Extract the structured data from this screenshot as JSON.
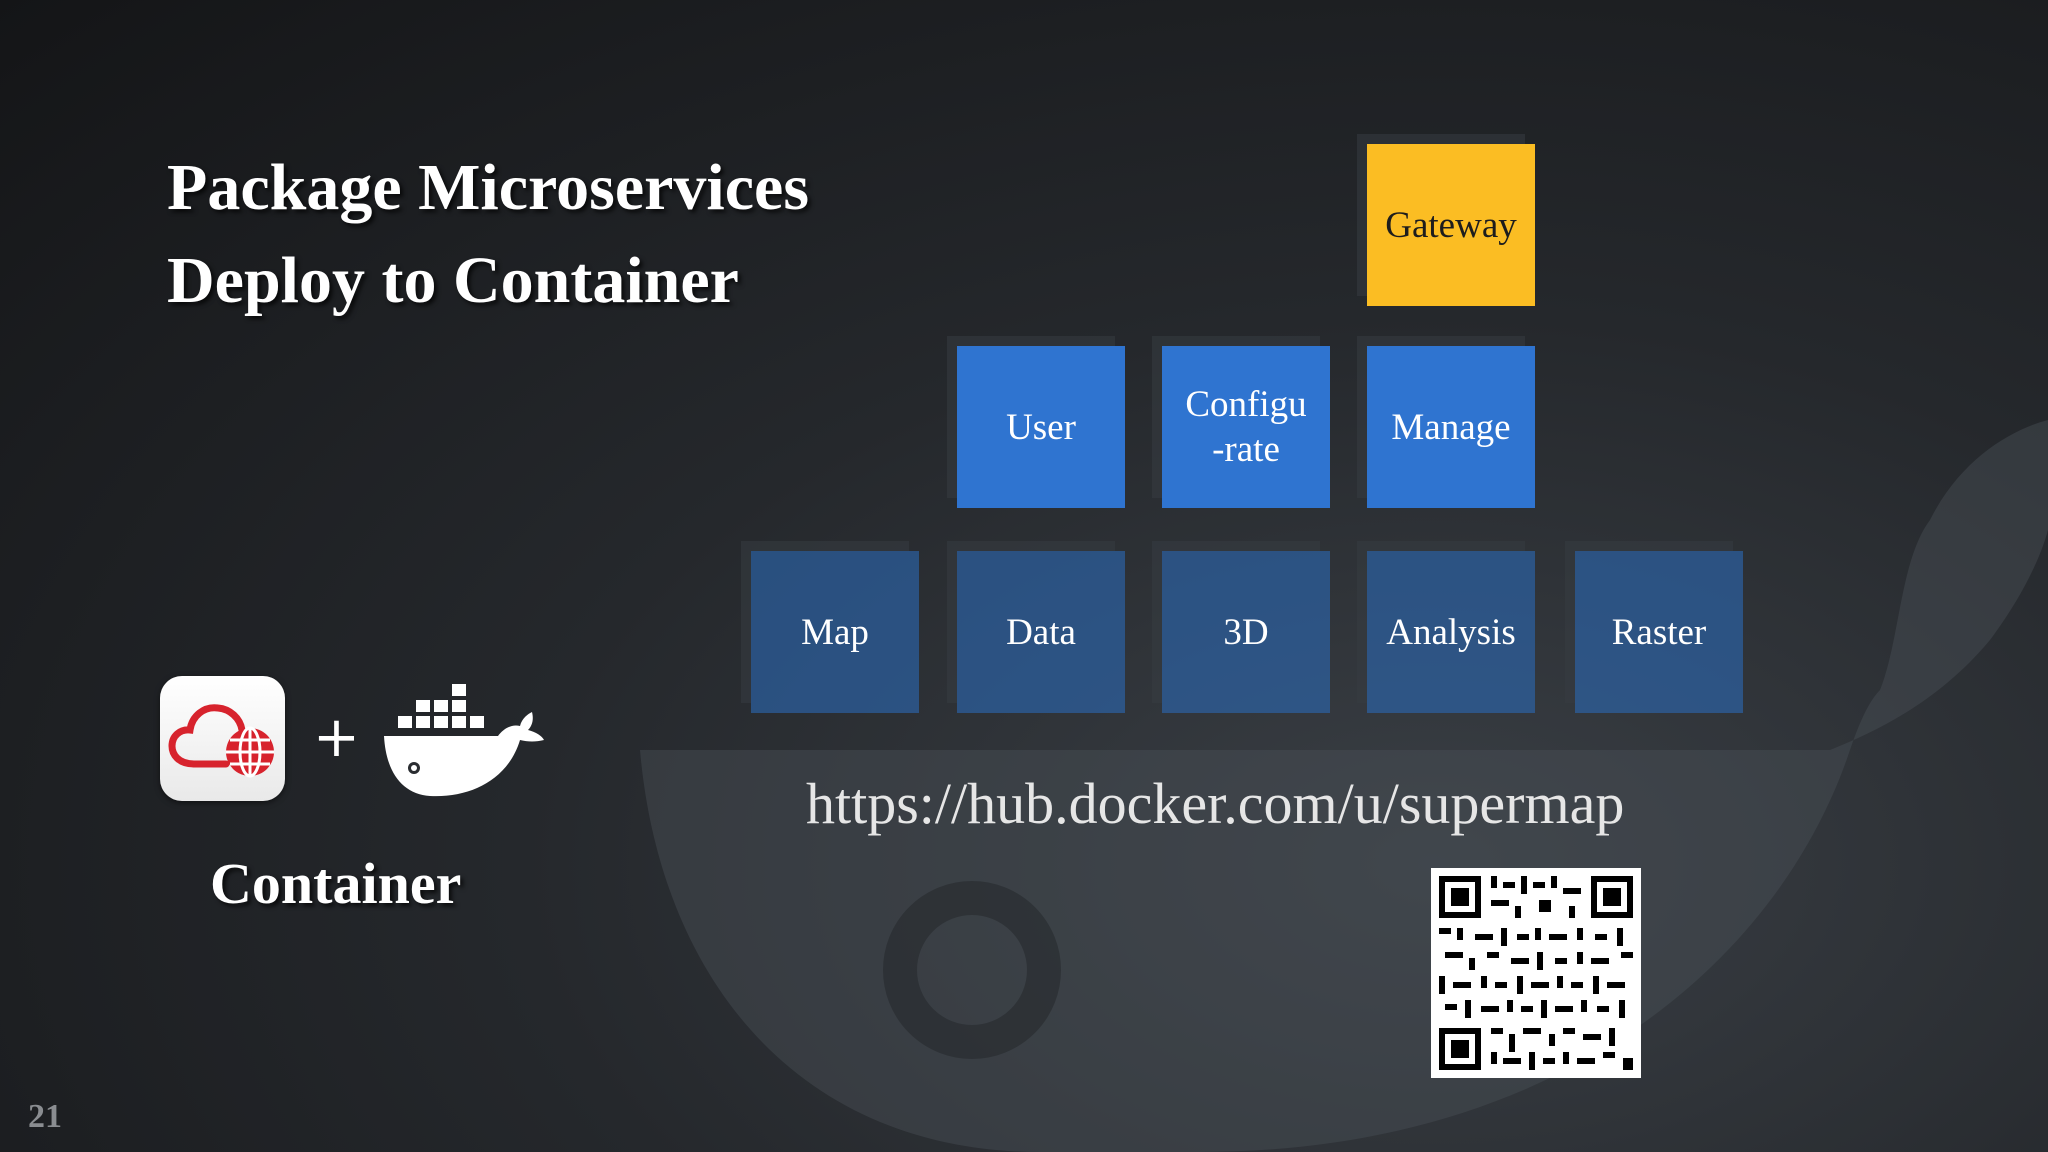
{
  "slide": {
    "title_line1": "Package Microservices",
    "title_line2": "Deploy to Container",
    "container_label": "Container",
    "plus_sign": "+",
    "url": "https://hub.docker.com/u/supermap",
    "page_number": "21"
  },
  "stack": {
    "top": [
      "Gateway"
    ],
    "middle": [
      "User",
      "Configu\n-rate",
      "Manage"
    ],
    "bottom": [
      "Map",
      "Data",
      "3D",
      "Analysis",
      "Raster"
    ]
  },
  "colors": {
    "gateway": "#fbbd23",
    "middle_row": "#2f74d0",
    "bottom_row": "#2c68b2",
    "brand_red": "#d7232d",
    "docker_white": "#ffffff"
  },
  "icons": [
    "supermap-cloud-globe-logo",
    "docker-whale-logo",
    "qr-code"
  ]
}
